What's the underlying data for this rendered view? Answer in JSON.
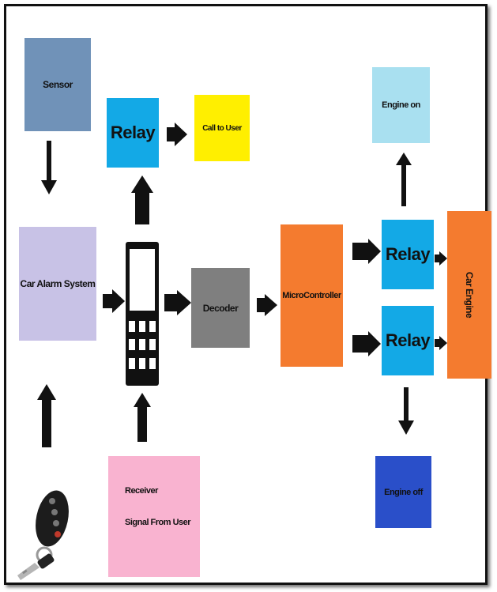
{
  "nodes": {
    "sensor": {
      "label": "Sensor",
      "color": "#7092b8"
    },
    "relay_top": {
      "label": "Relay",
      "color": "#13a9e6"
    },
    "call_to_user": {
      "label": "Call to User",
      "color": "#ffef00"
    },
    "car_alarm_system": {
      "label": "Car Alarm System",
      "color": "#c8c2e6"
    },
    "decoder": {
      "label": "Decoder",
      "color": "#7f7f7f"
    },
    "microcontroller": {
      "label": "MicroController",
      "color": "#f47b2f"
    },
    "relay_upper_right": {
      "label": "Relay",
      "color": "#13a9e6"
    },
    "relay_lower_right": {
      "label": "Relay",
      "color": "#13a9e6"
    },
    "car_engine": {
      "label": "Car Engine",
      "color": "#f47b2f"
    },
    "engine_on": {
      "label": "Engine on",
      "color": "#a9e0f0"
    },
    "engine_off": {
      "label": "Engine off",
      "color": "#2a4fc9"
    },
    "receiver": {
      "line1": "Receiver",
      "line2": "Signal From User",
      "color": "#f9b3d0"
    }
  },
  "edges": [
    {
      "from": "sensor",
      "to": "car_alarm_system"
    },
    {
      "from": "car_key_fob",
      "to": "car_alarm_system"
    },
    {
      "from": "car_alarm_system",
      "to": "mobile_phone"
    },
    {
      "from": "receiver",
      "to": "mobile_phone"
    },
    {
      "from": "mobile_phone",
      "to": "relay_top"
    },
    {
      "from": "relay_top",
      "to": "call_to_user"
    },
    {
      "from": "mobile_phone",
      "to": "decoder"
    },
    {
      "from": "decoder",
      "to": "microcontroller"
    },
    {
      "from": "microcontroller",
      "to": "relay_upper_right"
    },
    {
      "from": "microcontroller",
      "to": "relay_lower_right"
    },
    {
      "from": "relay_upper_right",
      "to": "car_engine"
    },
    {
      "from": "relay_lower_right",
      "to": "car_engine"
    },
    {
      "from": "relay_upper_right",
      "to": "engine_on"
    },
    {
      "from": "relay_lower_right",
      "to": "engine_off"
    }
  ],
  "icons": {
    "phone": "mobile-phone-icon",
    "key": "car-key-fob-icon"
  },
  "arrow_color": "#111111"
}
